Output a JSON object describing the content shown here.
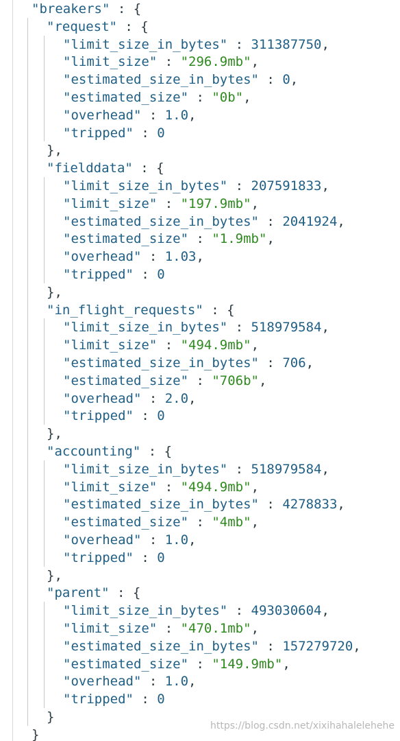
{
  "breakers": {
    "key": "breakers",
    "groups": [
      {
        "name": "request",
        "entries": [
          {
            "k": "limit_size_in_bytes",
            "v": "311387750",
            "t": "num"
          },
          {
            "k": "limit_size",
            "v": "296.9mb",
            "t": "str"
          },
          {
            "k": "estimated_size_in_bytes",
            "v": "0",
            "t": "num"
          },
          {
            "k": "estimated_size",
            "v": "0b",
            "t": "str"
          },
          {
            "k": "overhead",
            "v": "1.0",
            "t": "num"
          },
          {
            "k": "tripped",
            "v": "0",
            "t": "num"
          }
        ]
      },
      {
        "name": "fielddata",
        "entries": [
          {
            "k": "limit_size_in_bytes",
            "v": "207591833",
            "t": "num"
          },
          {
            "k": "limit_size",
            "v": "197.9mb",
            "t": "str"
          },
          {
            "k": "estimated_size_in_bytes",
            "v": "2041924",
            "t": "num"
          },
          {
            "k": "estimated_size",
            "v": "1.9mb",
            "t": "str"
          },
          {
            "k": "overhead",
            "v": "1.03",
            "t": "num"
          },
          {
            "k": "tripped",
            "v": "0",
            "t": "num"
          }
        ]
      },
      {
        "name": "in_flight_requests",
        "entries": [
          {
            "k": "limit_size_in_bytes",
            "v": "518979584",
            "t": "num"
          },
          {
            "k": "limit_size",
            "v": "494.9mb",
            "t": "str"
          },
          {
            "k": "estimated_size_in_bytes",
            "v": "706",
            "t": "num"
          },
          {
            "k": "estimated_size",
            "v": "706b",
            "t": "str"
          },
          {
            "k": "overhead",
            "v": "2.0",
            "t": "num"
          },
          {
            "k": "tripped",
            "v": "0",
            "t": "num"
          }
        ]
      },
      {
        "name": "accounting",
        "entries": [
          {
            "k": "limit_size_in_bytes",
            "v": "518979584",
            "t": "num"
          },
          {
            "k": "limit_size",
            "v": "494.9mb",
            "t": "str"
          },
          {
            "k": "estimated_size_in_bytes",
            "v": "4278833",
            "t": "num"
          },
          {
            "k": "estimated_size",
            "v": "4mb",
            "t": "str"
          },
          {
            "k": "overhead",
            "v": "1.0",
            "t": "num"
          },
          {
            "k": "tripped",
            "v": "0",
            "t": "num"
          }
        ]
      },
      {
        "name": "parent",
        "entries": [
          {
            "k": "limit_size_in_bytes",
            "v": "493030604",
            "t": "num"
          },
          {
            "k": "limit_size",
            "v": "470.1mb",
            "t": "str"
          },
          {
            "k": "estimated_size_in_bytes",
            "v": "157279720",
            "t": "num"
          },
          {
            "k": "estimated_size",
            "v": "149.9mb",
            "t": "str"
          },
          {
            "k": "overhead",
            "v": "1.0",
            "t": "num"
          },
          {
            "k": "tripped",
            "v": "0",
            "t": "num"
          }
        ]
      }
    ]
  },
  "watermark": "https://blog.csdn.net/xixihahalelehehe",
  "colors": {
    "key": "#1f5f86",
    "string": "#2e8a1f",
    "number": "#1f5f86",
    "punctuation": "#2b3a42",
    "guide": "#c9c9c9"
  }
}
